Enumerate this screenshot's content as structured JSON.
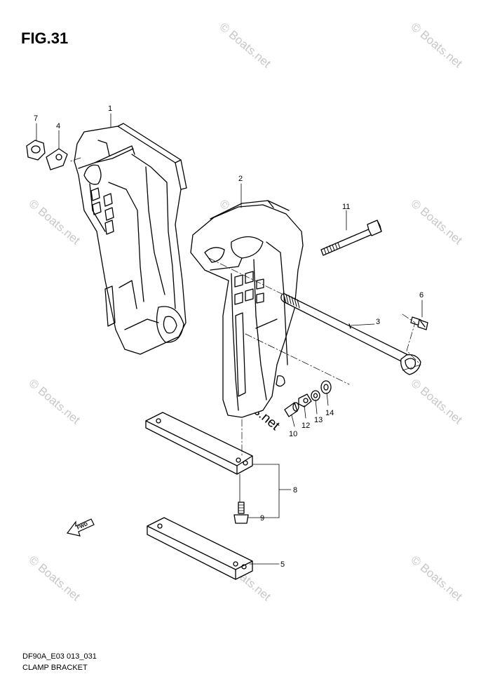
{
  "figure": {
    "title": "FIG.31",
    "code": "DF90A_E03 013_031",
    "name": "CLAMP BRACKET"
  },
  "watermark": {
    "text": "© Boats.net",
    "color": "#c8c8c8"
  },
  "fwd_arrow": {
    "label": "FWD"
  },
  "callouts": {
    "p1": "1",
    "p2": "2",
    "p3": "3",
    "p4": "4",
    "p5": "5",
    "p6": "6",
    "p7": "7",
    "p8": "8",
    "p9": "9",
    "p10": "10",
    "p11": "11",
    "p12": "12",
    "p13": "13",
    "p14": "14"
  }
}
